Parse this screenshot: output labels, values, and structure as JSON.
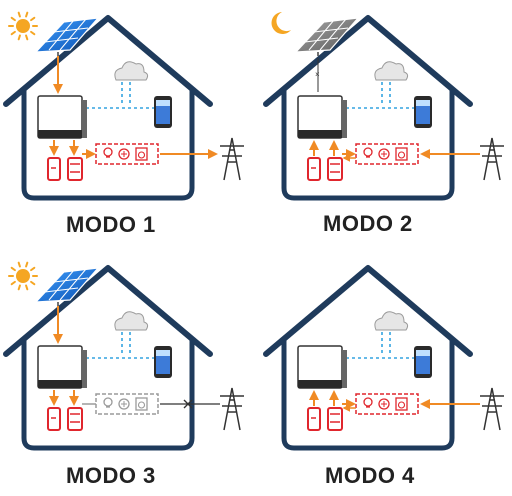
{
  "modes": [
    {
      "id": "mode1",
      "label": "MODO 1",
      "sky": "sun",
      "grid_status": "active",
      "loads_status": "active"
    },
    {
      "id": "mode2",
      "label": "MODO 2",
      "sky": "moon",
      "grid_status": "active",
      "loads_status": "active"
    },
    {
      "id": "mode3",
      "label": "MODO 3",
      "sky": "sun",
      "grid_status": "disconnected",
      "loads_status": "inactive"
    },
    {
      "id": "mode4",
      "label": "MODO 4",
      "sky": "none",
      "grid_status": "active",
      "loads_status": "active"
    }
  ],
  "colors": {
    "house_outline": "#1f3b5c",
    "flow_arrow": "#f08a24",
    "battery": "#e0262d",
    "dashed_comm": "#34a3e0",
    "load_box_active": "#e0262d",
    "load_box_inactive": "#9a9a9a",
    "panel_active": "#1c6fd1",
    "panel_inactive": "#7a7a7a",
    "sun": "#f5a623",
    "moon": "#f5a623"
  }
}
